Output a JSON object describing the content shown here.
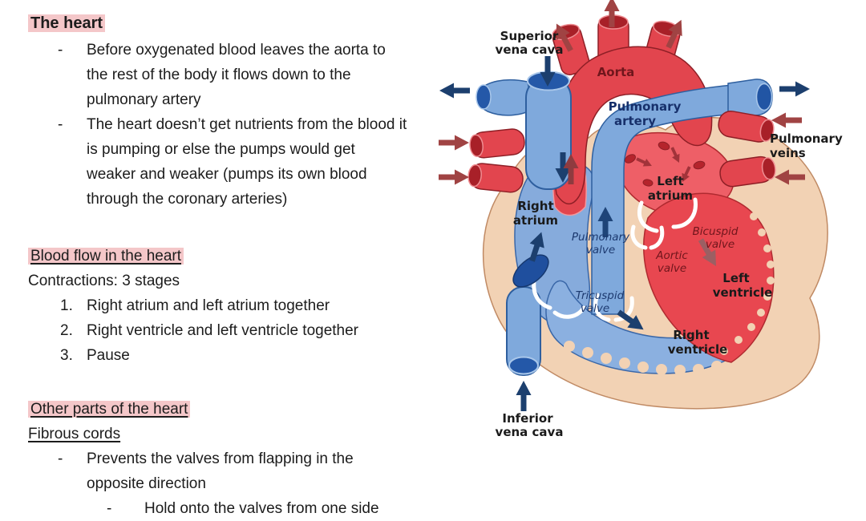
{
  "notes": {
    "title": "The heart",
    "dash": "-",
    "section1_bullets": [
      "Before oxygenated blood leaves the aorta to the rest of the body it flows down to the pulmonary artery",
      "The heart doesn’t get nutrients from the blood it is pumping or else the pumps would get weaker and weaker (pumps its own blood through the coronary arteries)"
    ],
    "section2_heading": "Blood flow in the heart",
    "section2_intro": "Contractions: 3 stages",
    "numbers": [
      "1.",
      "2.",
      "3."
    ],
    "section2_items": [
      "Right atrium and left atrium together",
      "Right ventricle and left ventricle together",
      "Pause"
    ],
    "section3_heading": "Other parts of the heart",
    "section3_subheading": "Fibrous cords",
    "section3_bullet": "Prevents the valves from flapping in the opposite direction",
    "section3_subbullet": "Hold onto the valves from one side"
  },
  "diagram": {
    "labels": {
      "superior_vena_cava": [
        "Superior",
        "vena cava"
      ],
      "aorta": "Aorta",
      "pulmonary_artery": [
        "Pulmonary",
        "artery"
      ],
      "pulmonary_veins": [
        "Pulmonary",
        "veins"
      ],
      "right_atrium": [
        "Right",
        "atrium"
      ],
      "left_atrium": [
        "Left",
        "atrium"
      ],
      "pulmonary_valve": [
        "Pulmonary",
        "valve"
      ],
      "bicuspid_valve": [
        "Bicuspid",
        "valve"
      ],
      "aortic_valve": [
        "Aortic",
        "valve"
      ],
      "left_ventricle": [
        "Left",
        "ventricle"
      ],
      "tricuspid_valve": [
        "Tricuspid",
        "valve"
      ],
      "right_ventricle": [
        "Right",
        "ventricle"
      ],
      "inferior_vena_cava": [
        "Inferior",
        "vena cava"
      ]
    },
    "colors": {
      "oxygenated_red": "#e2454e",
      "deoxygenated_blue": "#7fa9dc",
      "vessel_opening_blue": "#2458a8",
      "vessel_opening_red": "#a82028",
      "heart_wall_beige": "#f2d2b4",
      "arrow_navy": "#1c3f6e",
      "arrow_maroon": "#a04343",
      "valve_white": "#ffffff",
      "highlight_pink": "#f4c7c9"
    }
  }
}
